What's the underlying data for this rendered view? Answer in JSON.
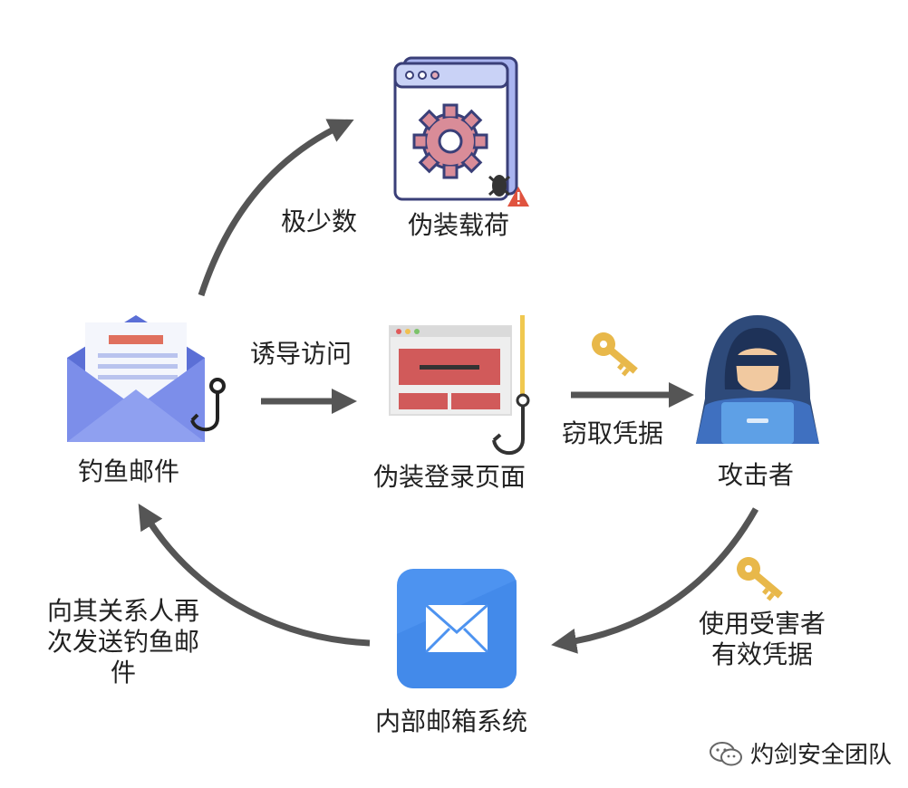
{
  "nodes": {
    "phishing_email": "钓鱼邮件",
    "disguised_payload": "伪装载荷",
    "fake_login_page": "伪装登录页面",
    "attacker": "攻击者",
    "internal_mailbox": "内部邮箱系统"
  },
  "edges": {
    "to_payload": "极少数",
    "to_login": "诱导访问",
    "steal_credentials": "窃取凭据",
    "use_credentials_line1": "使用受害者",
    "use_credentials_line2": "有效凭据",
    "resend_line1": "向其关系人再",
    "resend_line2": "次发送钓鱼邮",
    "resend_line3": "件"
  },
  "watermark": "灼剑安全团队",
  "colors": {
    "arrow": "#555555",
    "envelope_blue": "#6B7FE0",
    "gear_pink": "#D98C98",
    "login_red": "#D15A5A",
    "mailbox_blue": "#4D93F0",
    "attacker_navy": "#2E4A7A",
    "key_gold": "#E8B84A"
  }
}
